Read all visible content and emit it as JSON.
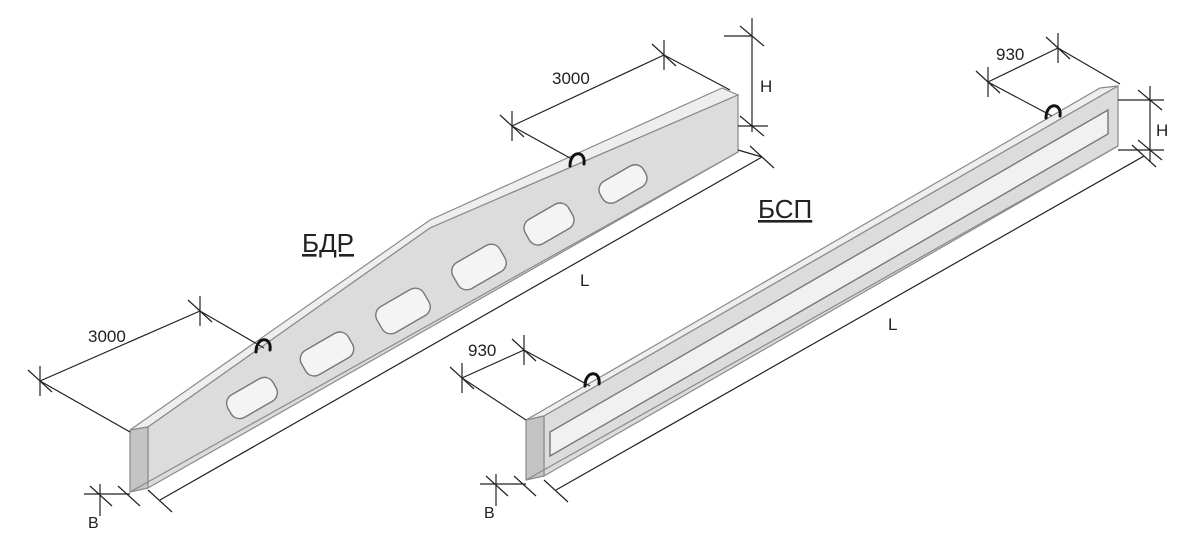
{
  "left_beam": {
    "name": "БДР",
    "dim_left_span": "3000",
    "dim_right_span": "3000",
    "dim_length": "L",
    "dim_height": "H",
    "dim_width": "B"
  },
  "right_beam": {
    "name": "БСП",
    "dim_left_span": "930",
    "dim_right_span": "930",
    "dim_length": "L",
    "dim_height": "H",
    "dim_width": "B"
  },
  "colors": {
    "face_front": "#dcdcdc",
    "face_top": "#eeeeee",
    "face_end": "#c4c4c4",
    "line": "#222222"
  }
}
